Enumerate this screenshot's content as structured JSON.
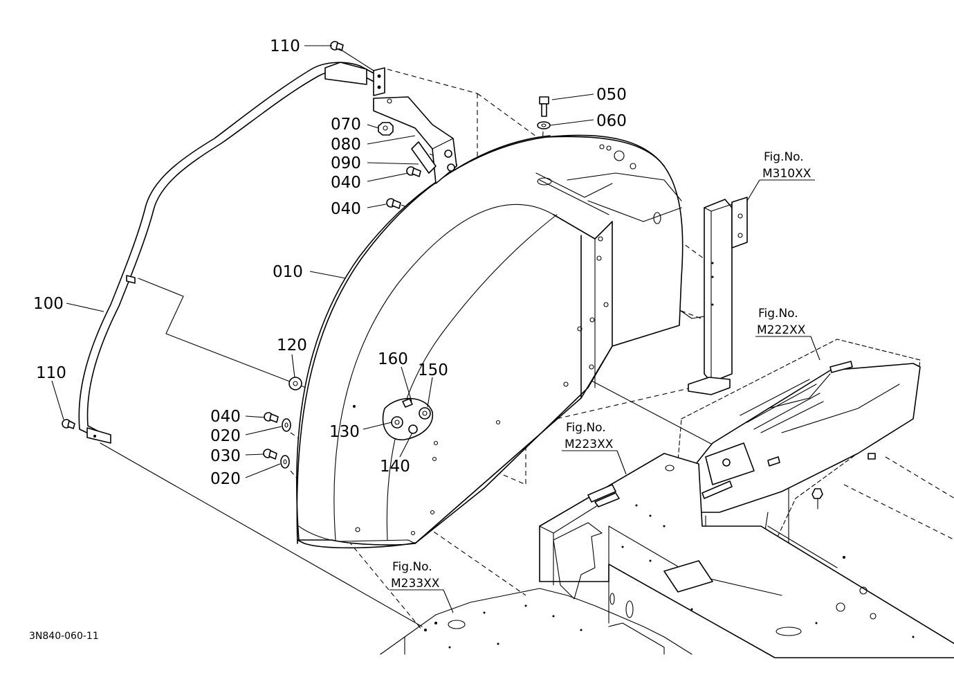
{
  "drawing": {
    "code": "3N840-060-11",
    "callouts": [
      {
        "id": "c110a",
        "label": "110"
      },
      {
        "id": "c050",
        "label": "050"
      },
      {
        "id": "c060",
        "label": "060"
      },
      {
        "id": "c070",
        "label": "070"
      },
      {
        "id": "c080",
        "label": "080"
      },
      {
        "id": "c090",
        "label": "090"
      },
      {
        "id": "c040a",
        "label": "040"
      },
      {
        "id": "c040b",
        "label": "040"
      },
      {
        "id": "c010",
        "label": "010"
      },
      {
        "id": "c100",
        "label": "100"
      },
      {
        "id": "c120",
        "label": "120"
      },
      {
        "id": "c160",
        "label": "160"
      },
      {
        "id": "c150",
        "label": "150"
      },
      {
        "id": "c110b",
        "label": "110"
      },
      {
        "id": "c040c",
        "label": "040"
      },
      {
        "id": "c130",
        "label": "130"
      },
      {
        "id": "c020a",
        "label": "020"
      },
      {
        "id": "c140",
        "label": "140"
      },
      {
        "id": "c030",
        "label": "030"
      },
      {
        "id": "c020b",
        "label": "020"
      }
    ],
    "fig_refs": [
      {
        "id": "r310",
        "line1": "Fig.No.",
        "line2": "M310XX"
      },
      {
        "id": "r222",
        "line1": "Fig.No.",
        "line2": "M222XX"
      },
      {
        "id": "r223",
        "line1": "Fig.No.",
        "line2": "M223XX"
      },
      {
        "id": "r233",
        "line1": "Fig.No.",
        "line2": "M233XX"
      }
    ]
  }
}
